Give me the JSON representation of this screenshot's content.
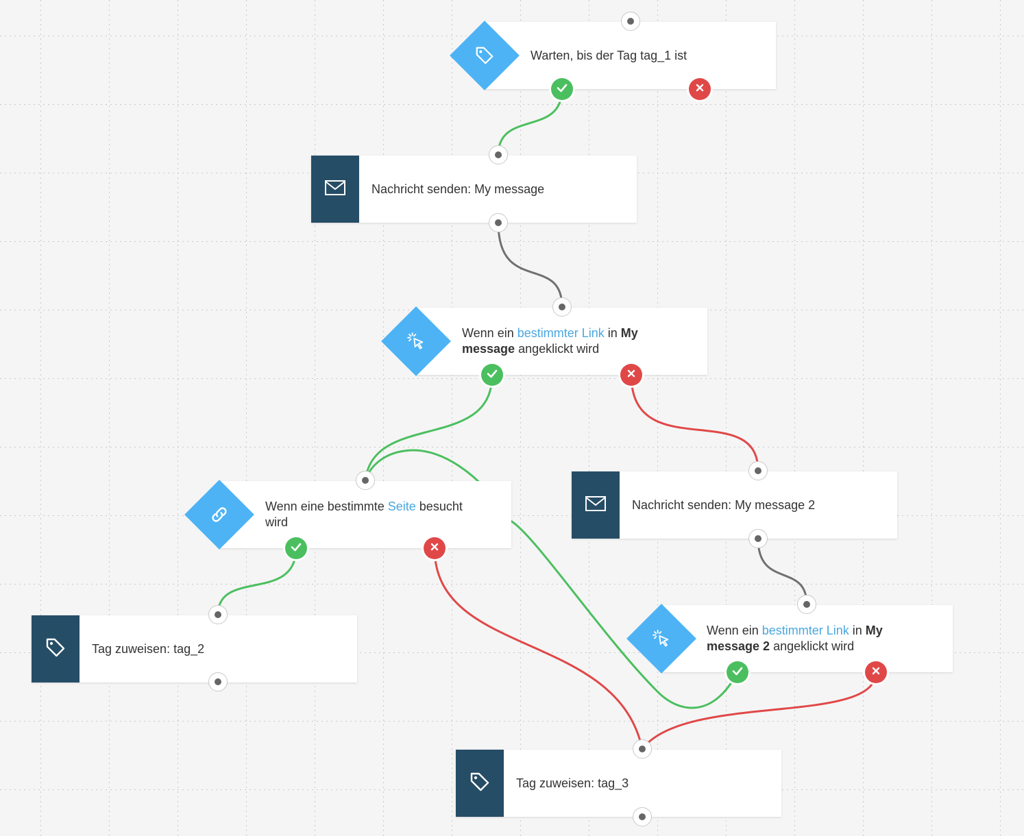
{
  "colors": {
    "node_dark": "#264d66",
    "diamond_blue": "#4db3f5",
    "link_blue": "#4aa7e0",
    "yes_green": "#4bbf5f",
    "no_red": "#e04848",
    "connector_grey": "#707070"
  },
  "nodes": {
    "wait_tag": {
      "icon": "tag-icon",
      "text": "Warten, bis der Tag tag_1 ist"
    },
    "send_message_1": {
      "icon": "envelope-icon",
      "text": "Nachricht senden: My message"
    },
    "link_click_1": {
      "icon": "cursor-click-icon",
      "prefix": "Wenn ein ",
      "link": "bestimmter Link",
      "mid": " in ",
      "bold1": "My",
      "bold2": "message",
      "suffix": " angeklickt wird"
    },
    "page_visit": {
      "icon": "link-icon",
      "prefix": "Wenn eine bestimmte ",
      "link": "Seite",
      "suffix1": " besucht",
      "suffix2": "wird"
    },
    "send_message_2": {
      "icon": "envelope-icon",
      "text": "Nachricht senden: My message 2"
    },
    "link_click_2": {
      "icon": "cursor-click-icon",
      "prefix": "Wenn ein ",
      "link": "bestimmter Link",
      "mid": " in ",
      "bold1": "My",
      "bold2": "message 2",
      "suffix": " angeklickt wird"
    },
    "assign_tag_2": {
      "icon": "tag-icon",
      "text": "Tag zuweisen: tag_2"
    },
    "assign_tag_3": {
      "icon": "tag-icon",
      "text": "Tag zuweisen: tag_3"
    }
  }
}
